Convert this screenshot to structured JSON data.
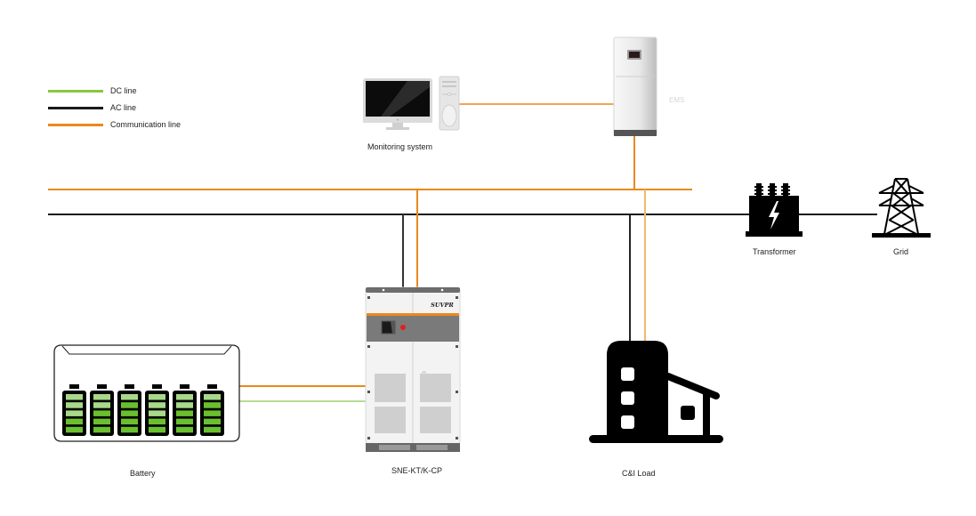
{
  "legend": [
    {
      "label": "DC line",
      "color": "#8cc63f"
    },
    {
      "label": "AC line",
      "color": "#1a1a1a"
    },
    {
      "label": "Communication line",
      "color": "#e8891e"
    }
  ],
  "colors": {
    "dc": "#8cc63f",
    "ac": "#1a1a1a",
    "comm": "#e8891e",
    "comm_light": "#f2b86a",
    "battery_dark": "#6abf2e",
    "battery_light": "#a8d98a"
  },
  "nodes": {
    "monitoring": {
      "label": "Monitoring system",
      "icon": "desktop-computer-icon"
    },
    "ems": {
      "label": "EMS",
      "icon": "ems-cabinet-icon"
    },
    "transformer": {
      "label": "Transformer",
      "icon": "transformer-icon"
    },
    "grid": {
      "label": "Grid",
      "icon": "transmission-tower-icon"
    },
    "pcs": {
      "label": "SNE-KT/K-CP",
      "brand": "SUVPR",
      "icon": "pcs-cabinet-icon"
    },
    "battery": {
      "label": "Battery",
      "icon": "battery-rack-icon",
      "cells": [
        {
          "light_bars": 3,
          "dark_bars": 2
        },
        {
          "light_bars": 2,
          "dark_bars": 3
        },
        {
          "light_bars": 1,
          "dark_bars": 4
        },
        {
          "light_bars": 3,
          "dark_bars": 2
        },
        {
          "light_bars": 2,
          "dark_bars": 3
        },
        {
          "light_bars": 1,
          "dark_bars": 4
        }
      ]
    },
    "load": {
      "label": "C&I Load",
      "icon": "building-icon"
    }
  }
}
